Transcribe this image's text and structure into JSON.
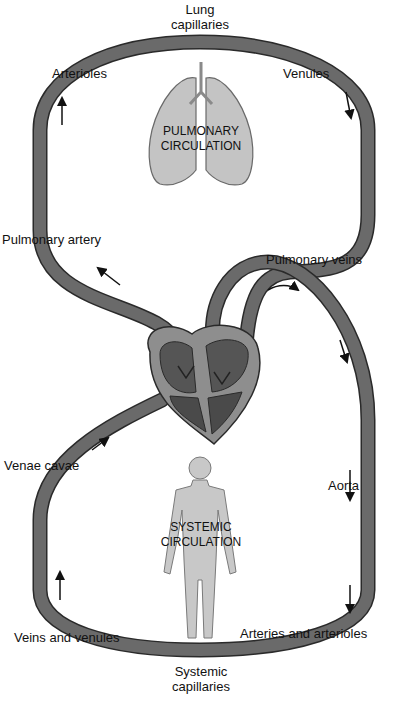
{
  "diagram": {
    "labels": [
      "Lung capillaries",
      "Arterioles",
      "Venules",
      "PULMONARY CIRCULATION",
      "Pulmonary artery",
      "Pulmonary veins",
      "Venae cavae",
      "Aorta",
      "SYSTEMIC CIRCULATION",
      "Veins and venules",
      "Arteries and arterioles",
      "Systemic capillaries"
    ]
  }
}
